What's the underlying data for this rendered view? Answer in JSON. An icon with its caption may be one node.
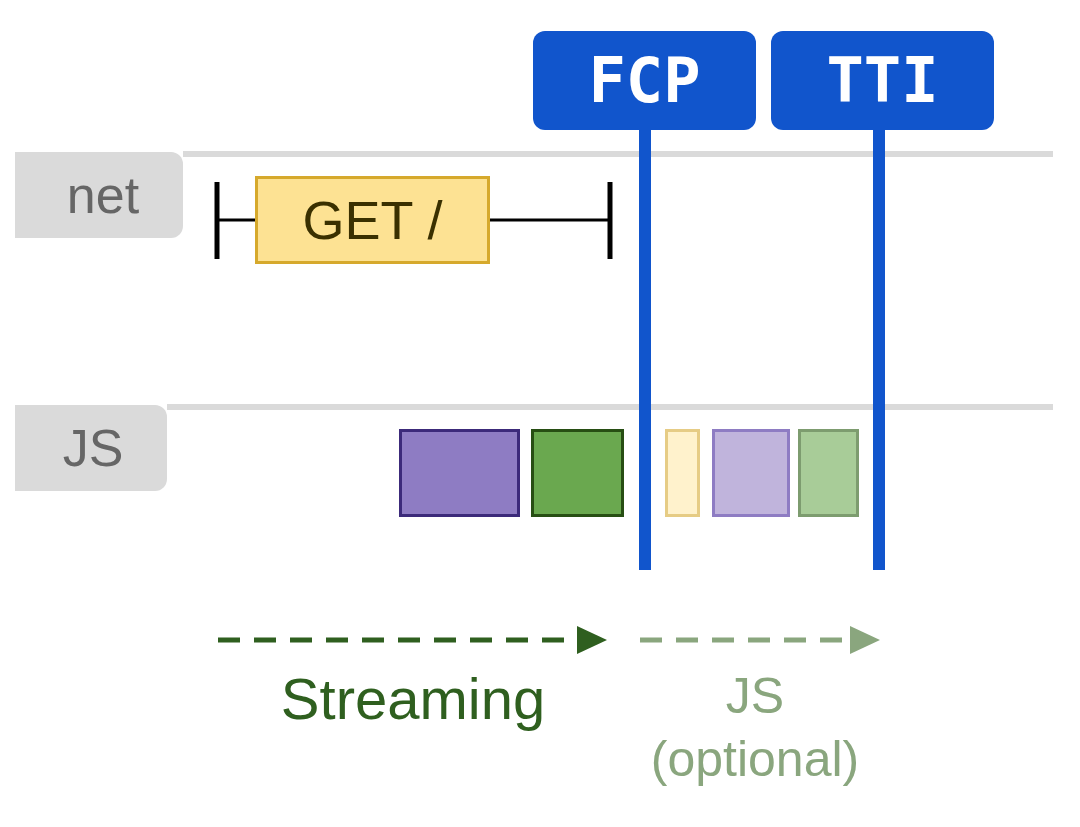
{
  "diagram": {
    "nodes": [
      {
        "text": [
          "net"
        ]
      },
      {
        "text": [
          "JS"
        ]
      },
      {
        "text": [
          "GET /"
        ]
      },
      {
        "text": [],
        "shape": "box"
      },
      {
        "text": [],
        "shape": "box"
      },
      {
        "text": [],
        "shape": "box"
      },
      {
        "text": [],
        "shape": "box"
      },
      {
        "text": [],
        "shape": "box"
      },
      {
        "text": [
          "FCP"
        ]
      },
      {
        "text": [
          "TTI"
        ]
      }
    ],
    "labels": [
      "Streaming",
      "JS (optional)"
    ]
  }
}
